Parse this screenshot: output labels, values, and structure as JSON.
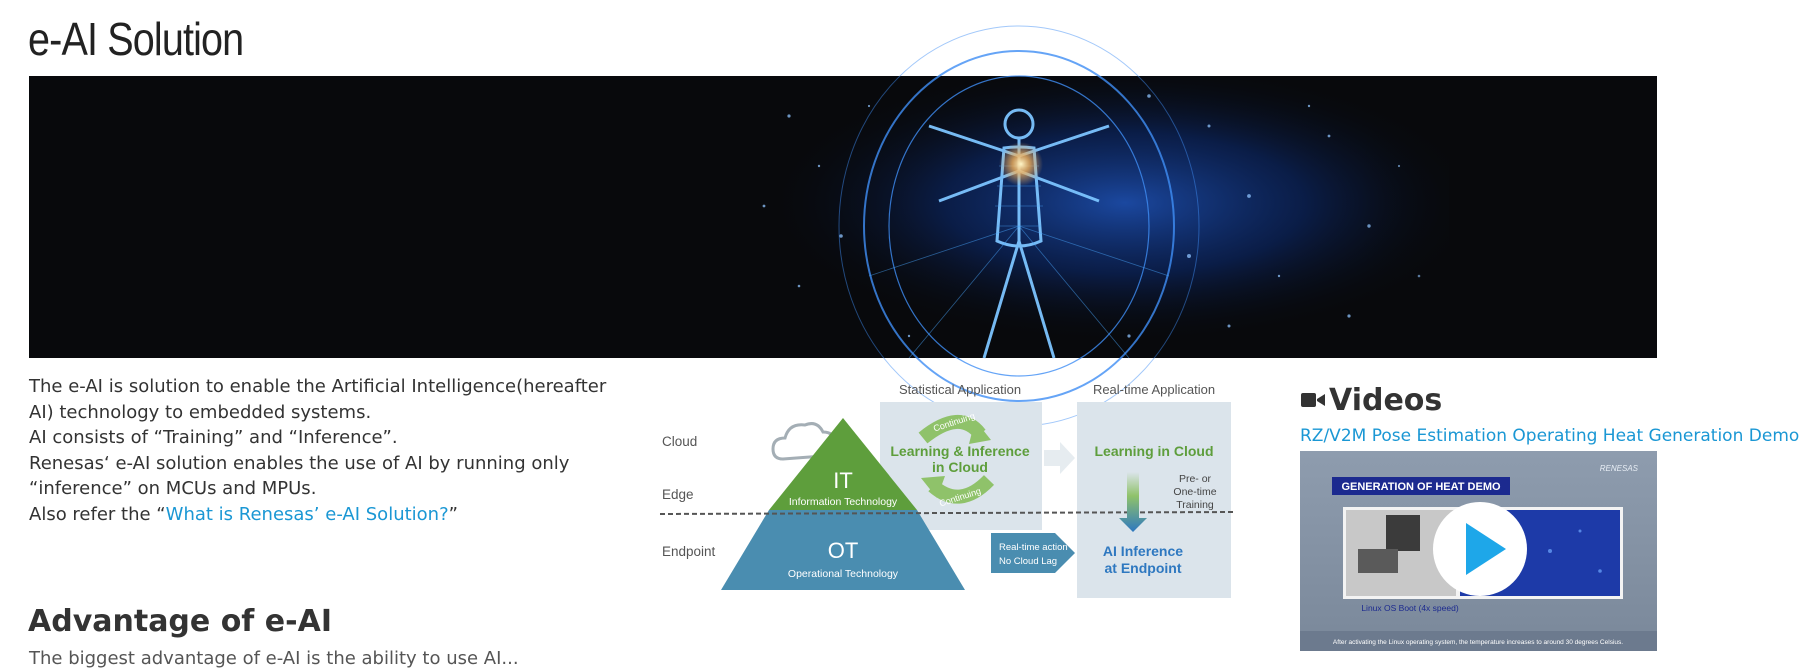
{
  "page": {
    "title": "e-AI Solution"
  },
  "intro": {
    "line1": "The e-AI is solution to enable the Artificial Intelligence(hereafter AI) technology to embedded systems.",
    "line2": "AI consists of “Training” and “Inference”.",
    "line3": "Renesas‘ e-AI solution enables the use of AI by running only “inference” on MCUs and MPUs.",
    "line4_prefix": "Also refer the “",
    "link": "What is Renesas’ e-AI Solution?",
    "line4_suffix": "”"
  },
  "diagram": {
    "col_statistical": "Statistical Application",
    "col_realtime": "Real-time Application",
    "row_cloud": "Cloud",
    "row_edge": "Edge",
    "row_endpoint": "Endpoint",
    "it_big": "IT",
    "it_small": "Information Technology",
    "ot_big": "OT",
    "ot_small": "Operational Technology",
    "continuing_top": "Continuing",
    "continuing_bottom": "Continuing",
    "learning_inference_1": "Learning & Inference",
    "learning_inference_2": "in Cloud",
    "learning_cloud": "Learning in Cloud",
    "training_1": "Pre- or",
    "training_2": "One-time",
    "training_3": "Training",
    "realtime_action_1": "Real-time action",
    "realtime_action_2": "No Cloud Lag",
    "ai_inference_1": "AI Inference",
    "ai_inference_2": "at Endpoint"
  },
  "videos": {
    "heading": "Videos",
    "link": "RZ/V2M Pose Estimation Operating Heat Generation Demo",
    "thumb_banner": "GENERATION OF HEAT DEMO",
    "thumb_brand": "RENESAS",
    "thumb_caption": "Linux OS Boot (4x speed)",
    "thumb_footer": "After activating the Linux operating system, the temperature increases to around 30 degrees Celsius."
  },
  "section": {
    "advantage": "Advantage of e-AI",
    "cut_text": "The biggest advantage of e-AI is the ability to use AI..."
  },
  "colors": {
    "link": "#1a97d4",
    "it_green": "#5e9e3c",
    "ot_blue": "#4a8db0",
    "panel": "#dbe4eb",
    "play": "#1ea7e9"
  },
  "icons": {
    "video": "video-camera-icon",
    "play": "play-icon",
    "cloud": "cloud-icon"
  }
}
